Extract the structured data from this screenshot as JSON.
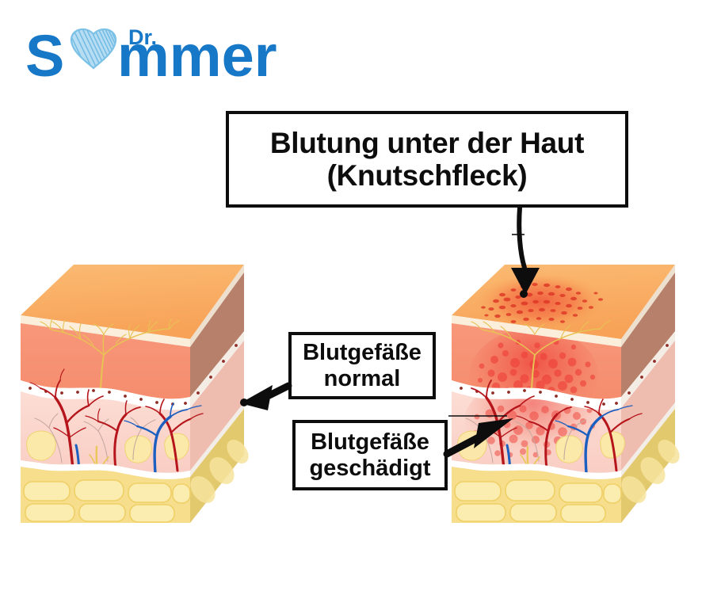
{
  "logo": {
    "name": "Dr. Sommer",
    "prefix": "Dr.",
    "word_start": "S",
    "word_end": "mmer",
    "heart_icon": "sketch-heart-icon",
    "brand_blue": "#1878C8",
    "heart_blue": "#8FCBEC"
  },
  "title": {
    "line1": "Blutung unter der Haut",
    "line2": "(Knutschfleck)"
  },
  "labels": {
    "normal": {
      "line1": "Blutgefäße",
      "line2": "normal"
    },
    "damaged": {
      "line1": "Blutgefäße",
      "line2": "geschädigt"
    }
  },
  "diagram": {
    "type": "anatomical-cross-section",
    "blocks": [
      {
        "id": "normal-skin",
        "caption": "normal skin block",
        "bruised": false,
        "layers": [
          {
            "name": "epidermis-surface",
            "color": "#F9AF61"
          },
          {
            "name": "stratum-corneum",
            "color": "#FBEFDC"
          },
          {
            "name": "dermis",
            "color": "#F79372"
          },
          {
            "name": "dermal-junction",
            "color": "#FFFFFF"
          },
          {
            "name": "subcutis",
            "color": "#FAD6CC"
          },
          {
            "name": "fat-layer",
            "color": "#F7E398"
          }
        ],
        "features": [
          {
            "name": "nerve-tree",
            "color": "#EBC85A"
          },
          {
            "name": "artery-tree",
            "color": "#B5151B"
          },
          {
            "name": "vein",
            "color": "#1B5FC1"
          },
          {
            "name": "fat-globule",
            "color": "#FAE9A8"
          }
        ]
      },
      {
        "id": "bruised-skin",
        "caption": "bruised skin block (hickey)",
        "bruised": true,
        "layers": [
          {
            "name": "epidermis-surface",
            "color": "#F9AF61"
          },
          {
            "name": "stratum-corneum",
            "color": "#FBEFDC"
          },
          {
            "name": "dermis",
            "color": "#F79372"
          },
          {
            "name": "dermal-junction",
            "color": "#FFFFFF"
          },
          {
            "name": "subcutis",
            "color": "#FAD6CC"
          },
          {
            "name": "fat-layer",
            "color": "#F7E398"
          }
        ],
        "features": [
          {
            "name": "nerve-tree",
            "color": "#EBC85A"
          },
          {
            "name": "artery-tree",
            "color": "#B5151B"
          },
          {
            "name": "vein",
            "color": "#1B5FC1"
          },
          {
            "name": "fat-globule",
            "color": "#FAE9A8"
          },
          {
            "name": "bruise-plume",
            "color": "#F0433C"
          },
          {
            "name": "blood-speckles",
            "color": "#E8322A"
          }
        ]
      }
    ],
    "annotations": [
      {
        "name": "title-pointer-arrow",
        "from": "title-callout",
        "to": "bruised-skin-surface"
      },
      {
        "name": "normal-pointer-arrow",
        "from": "normal-label",
        "to": "normal-skin-vessels"
      },
      {
        "name": "damaged-pointer-arrow",
        "from": "damaged-label",
        "to": "bruised-skin-vessels"
      }
    ]
  }
}
